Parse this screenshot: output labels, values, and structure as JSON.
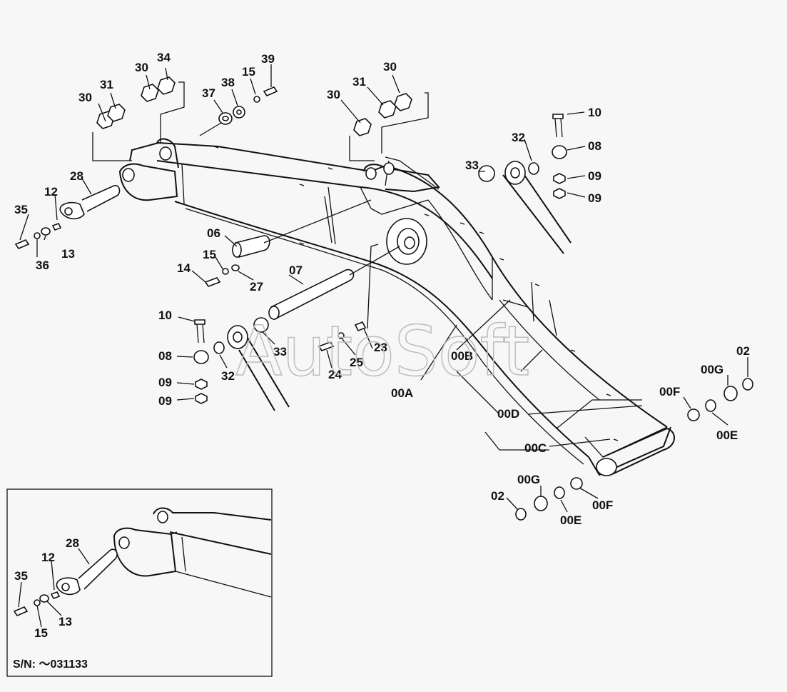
{
  "watermark": "AutoSoft",
  "inset": {
    "serial_label": "S/N: ～031133"
  },
  "labels": {
    "l30a": "30",
    "l31a": "31",
    "l30b": "30",
    "l34": "34",
    "l37": "37",
    "l38": "38",
    "l15a": "15",
    "l39": "39",
    "l30c": "30",
    "l31b": "31",
    "l30d": "30",
    "l10a": "10",
    "l32a": "32",
    "l08a": "08",
    "l33a": "33",
    "l09a": "09",
    "l09b": "09",
    "l28a": "28",
    "l12a": "12",
    "l35a": "35",
    "l13a": "13",
    "l36": "36",
    "l06": "06",
    "l15b": "15",
    "l14": "14",
    "l27": "27",
    "l07": "07",
    "l10b": "10",
    "l08b": "08",
    "l09c": "09",
    "l09d": "09",
    "l32b": "32",
    "l33b": "33",
    "l23": "23",
    "l24": "24",
    "l25": "25",
    "l00B": "00B",
    "l00A": "00A",
    "l00D": "00D",
    "l00C": "00C",
    "l02a": "02",
    "l00Ga": "00G",
    "l00Fa": "00F",
    "l00Ea": "00E",
    "l00Gb": "00G",
    "l02b": "02",
    "l00Eb": "00E",
    "l00Fb": "00F",
    "l28b": "28",
    "l12b": "12",
    "l35b": "35",
    "l13b": "13",
    "l15c": "15"
  }
}
